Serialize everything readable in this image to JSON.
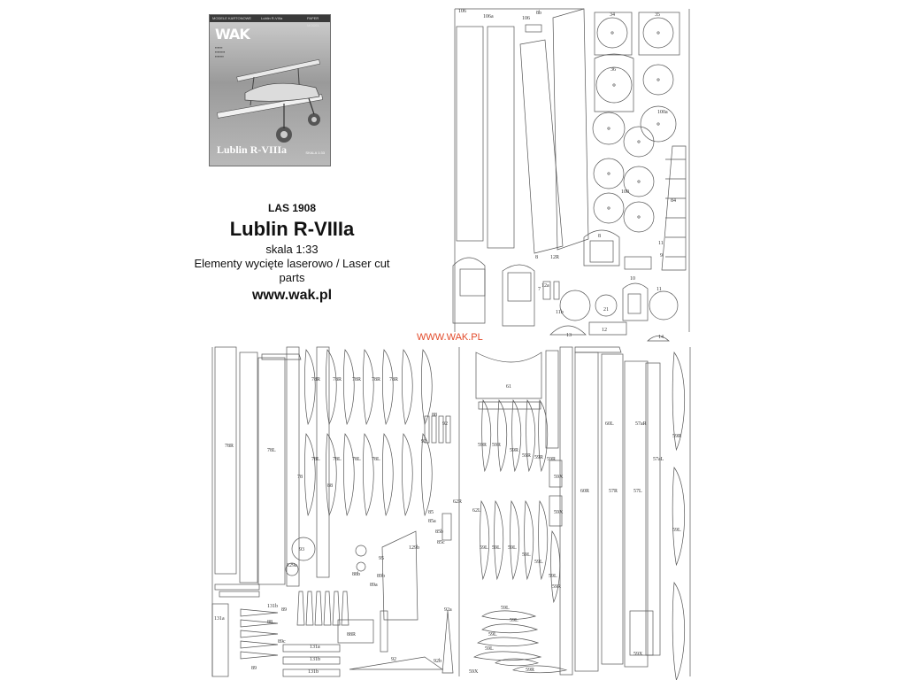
{
  "cover": {
    "logo": "WAK",
    "header_left": "MODELE KARTONOWE",
    "header_center": "Lublin R-VIIIa",
    "header_right": "PAPER MODEL",
    "title": "Lublin R-VIIIa",
    "scale": "SKALA 1:33"
  },
  "info": {
    "code": "LAS 1908",
    "title": "Lublin R-VIIIa",
    "scale": "skala 1:33",
    "description": "Elementy wycięte laserowo / Laser cut parts",
    "url": "www.wak.pl"
  },
  "watermark": "WWW.WAK.PL",
  "part_labels": {
    "top": [
      "106",
      "106a",
      "106",
      "8b",
      "34",
      "35",
      "36",
      "100a",
      "100",
      "84",
      "11",
      "9",
      "8",
      "12R",
      "12a",
      "11",
      "10",
      "11b",
      "13",
      "12",
      "14",
      "21",
      "8",
      "7"
    ],
    "lower_left": [
      "78R",
      "78L",
      "78",
      "78R",
      "78R",
      "78R",
      "78R",
      "78R",
      "78L",
      "78L",
      "78L",
      "78L",
      "88",
      "88",
      "92",
      "92",
      "93",
      "129a",
      "129b",
      "95",
      "89b",
      "89a",
      "85",
      "85a",
      "85b",
      "85c",
      "88R",
      "131a",
      "131b",
      "131b",
      "131a",
      "131b",
      "92",
      "92b",
      "92a",
      "89",
      "88",
      "89c",
      "89",
      "88b"
    ],
    "lower_right": [
      "61",
      "59R",
      "59R",
      "59R",
      "59R",
      "59R",
      "59R",
      "59L",
      "59L",
      "59L",
      "59L",
      "59L",
      "59L",
      "59R",
      "59L",
      "59L",
      "59L",
      "59L",
      "59R",
      "59X",
      "59X",
      "59X",
      "57R",
      "57L",
      "60R",
      "60L",
      "57aR",
      "57aL",
      "59R",
      "59L",
      "62L",
      "62R",
      "59X"
    ]
  }
}
